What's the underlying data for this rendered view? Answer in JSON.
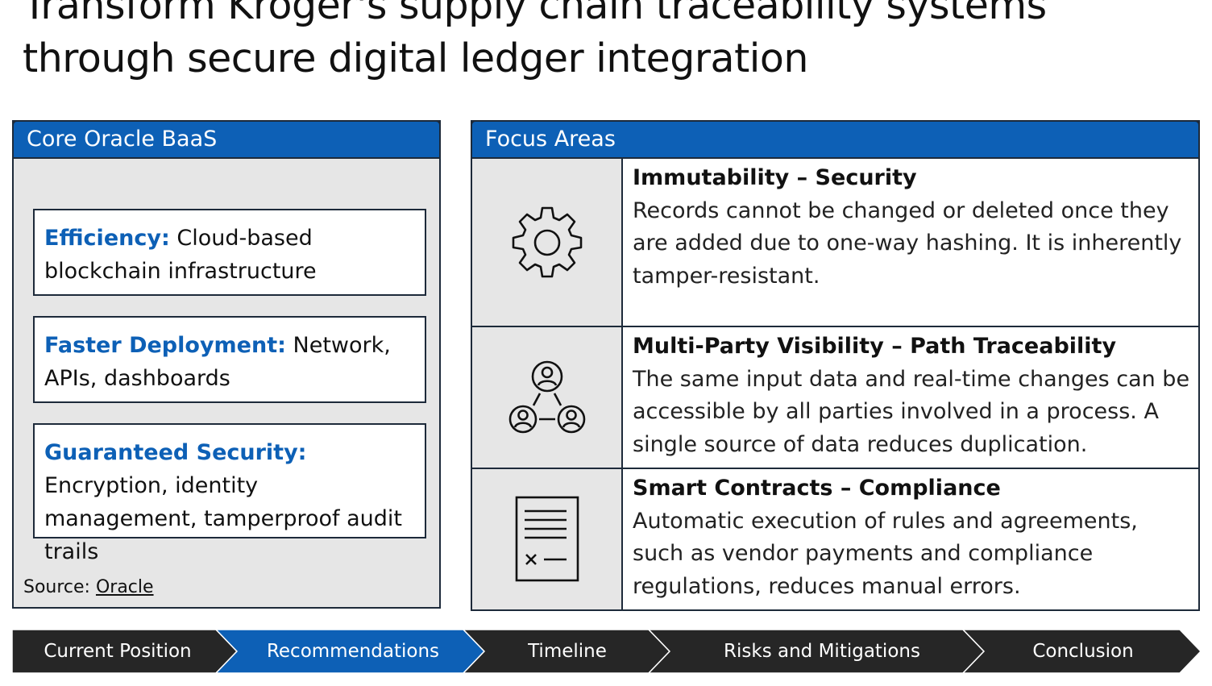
{
  "title": "Transform Kroger's supply chain traceability systems through secure digital ledger integration",
  "left_panel": {
    "header": "Core Oracle BaaS",
    "cards": [
      {
        "key": "Efficiency:",
        "text": " Cloud-based blockchain infrastructure"
      },
      {
        "key": "Faster Deployment:",
        "text": " Network, APIs, dashboards"
      },
      {
        "key": "Guaranteed Security:",
        "text": " Encryption, identity management, tamperproof audit trails"
      }
    ],
    "source_label": "Source: ",
    "source_link": "Oracle"
  },
  "right_panel": {
    "header": "Focus Areas",
    "items": [
      {
        "icon": "gear-icon",
        "title": "Immutability – Security",
        "text": "Records cannot be changed or deleted once they are added due to one-way hashing. It is inherently tamper-resistant."
      },
      {
        "icon": "network-users-icon",
        "title": "Multi-Party Visibility – Path Traceability",
        "text": "The same input data and real-time changes can be accessible by all parties involved in a process. A single source of data reduces duplication."
      },
      {
        "icon": "contract-icon",
        "title": "Smart Contracts – Compliance",
        "text": "Automatic execution of rules and agreements, such as vendor payments and compliance regulations, reduces manual errors."
      }
    ]
  },
  "nav": {
    "items": [
      {
        "label": "Current Position",
        "active": false
      },
      {
        "label": "Recommendations",
        "active": true
      },
      {
        "label": "Timeline",
        "active": false
      },
      {
        "label": "Risks and Mitigations",
        "active": false
      },
      {
        "label": "Conclusion",
        "active": false
      }
    ],
    "active_color": "#0d60b6",
    "inactive_color": "#262626"
  }
}
